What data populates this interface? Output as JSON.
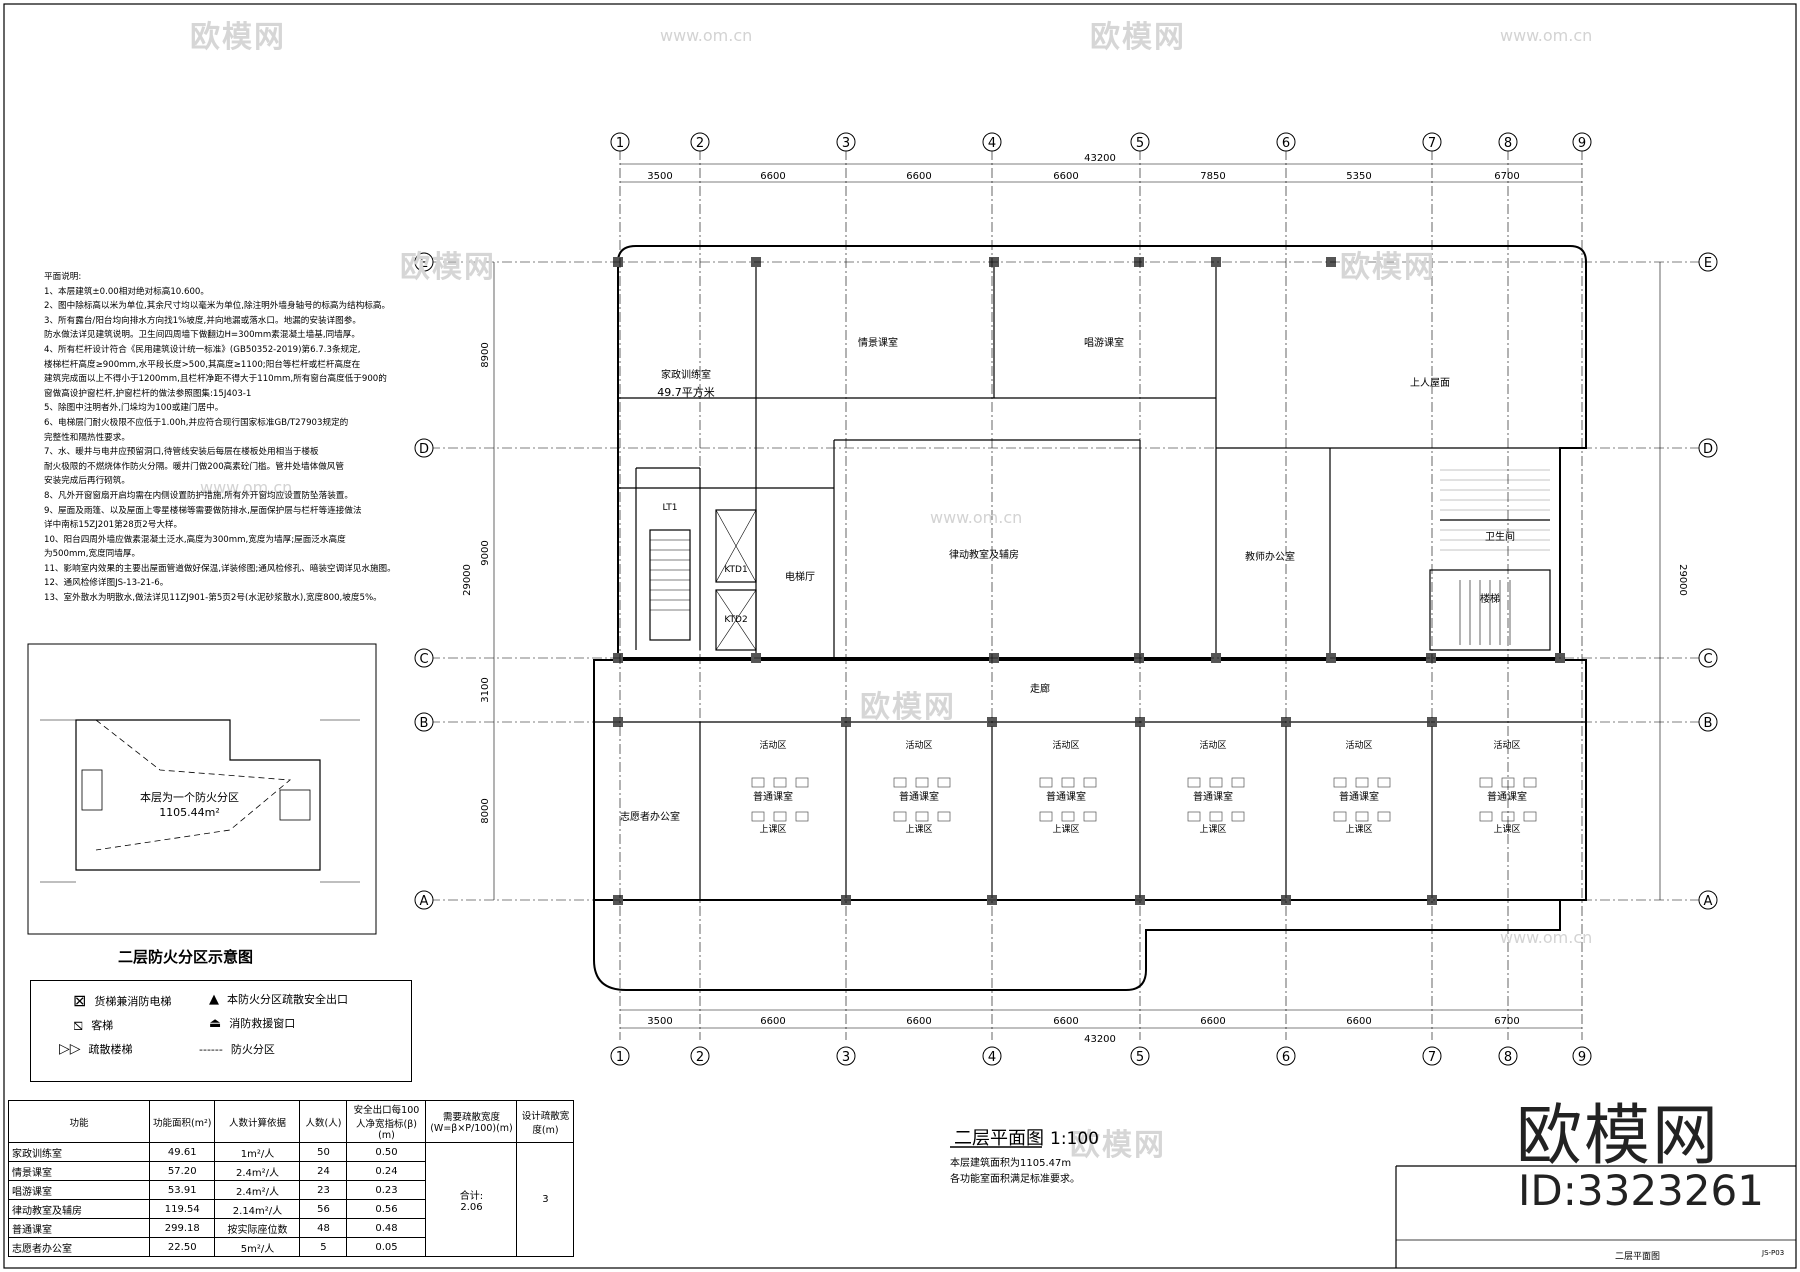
{
  "watermark": {
    "brand": "欧模网",
    "url": "www.om.cn"
  },
  "plan": {
    "title": "二层平面图",
    "scale": "1:100",
    "note_lines": [
      "本层建筑面积为1105.47m",
      "各功能室面积满足标准要求。"
    ],
    "total_width_label": "43200",
    "total_depth_label": "29000"
  },
  "grids": {
    "columns": [
      "1",
      "2",
      "3",
      "4",
      "5",
      "6",
      "7",
      "8",
      "9"
    ],
    "rows": [
      "A",
      "B",
      "C",
      "D",
      "E"
    ]
  },
  "spacing_top": [
    "3500",
    "6600",
    "6600",
    "6600",
    "7850",
    "5350",
    "6700"
  ],
  "spacing_bottom": [
    "3500",
    "6600",
    "6600",
    "6600",
    "6600",
    "6600",
    "6700"
  ],
  "spacing_left": [
    "8000",
    "3100",
    "9000",
    "8900"
  ],
  "rooms": {
    "housekeeping": "家政训练室",
    "housekeeping_area": "49.7平方米",
    "storytelling": "情景课室",
    "singing": "唱游课室",
    "rhythm": "律动教室及辅房",
    "teachers_office": "教师办公室",
    "elevator_hall": "电梯厅",
    "corridor": "走廊",
    "volunteer_office": "志愿者办公室",
    "classroom": "普通课室",
    "activity": "活动区",
    "lesson": "上课区",
    "roof": "上人屋面",
    "toilet": "卫生间",
    "stair": "楼梯",
    "ktd1": "KTD1",
    "ktd2": "KTD2",
    "lt1": "LT1"
  },
  "notes": {
    "heading": "平面说明:",
    "items": [
      "1、本层建筑±0.00相对绝对标高10.600。",
      "2、图中除标高以米为单位,其余尺寸均以毫米为单位,除注明外墙身轴号的标高为结构标高。",
      "3、所有露台/阳台均向排水方向找1%坡度,并向地漏或落水口。地漏的安装详图参。",
      "防水做法详见建筑说明。卫生间四周墙下做翻边H=300mm素混凝土墙基,同墙厚。",
      "4、所有栏杆设计符合《民用建筑设计统一标准》(GB50352-2019)第6.7.3条规定,",
      "楼梯栏杆高度≥900mm,水平段长度>500,其高度≥1100;阳台等栏杆或栏杆高度在",
      "建筑完成面以上不得小于1200mm,且栏杆净距不得大于110mm,所有窗台高度低于900的",
      "窗做高设护窗栏杆,护窗栏杆的做法参照图集:15J403-1",
      "5、除图中注明者外,门垛均为100或建门居中。",
      "6、电梯层门耐火极限不应低于1.00h,并应符合现行国家标准GB/T27903规定的",
      "完整性和隔热性要求。",
      "7、水、暖井与电井应预留洞口,待管线安装后每层在楼板处用相当于楼板",
      "耐火极限的不燃烧体作防火分隔。暖井门做200高素砼门槛。管井处墙体做风管",
      "安装完成后再行砌筑。",
      "8、凡外开窗窗扇开启均需在内侧设置防护措施,所有外开窗均应设置防坠落装置。",
      "9、屋面及雨篷、以及屋面上零星楼梯等需要做防排水,屋面保护层与栏杆等连接做法",
      "详中南标15ZJ201第28页2号大样。",
      "10、阳台四周外墙应做素混凝土泛水,高度为300mm,宽度为墙厚;屋面泛水高度",
      "为500mm,宽度同墙厚。",
      "11、影响室内效果的主要出屋面管道做好保温,详装修图;通风检修孔、暗装空调详见水施图。",
      "12、通风检修详图JS-13-21-6。",
      "13、室外散水为明散水,做法详见11ZJ901-第5页2号(水泥砂浆散水),宽度800,坡度5%。"
    ]
  },
  "fire_zone": {
    "title": "二层防火分区示意图",
    "area_line1": "本层为一个防火分区",
    "area_line2": "1105.44m²"
  },
  "legend": {
    "freight_elevator": "货梯兼消防电梯",
    "passenger_elevator": "客梯",
    "evac_stair": "疏散楼梯",
    "safety_exit": "本防火分区疏散安全出口",
    "rescue_window": "消防救援窗口",
    "fire_partition": "防火分区"
  },
  "occupancy": {
    "headers": [
      "功能",
      "功能面积(m²)",
      "人数计算依据",
      "人数(人)",
      "安全出口每100人净宽指标(β)(m)",
      "需要疏散宽度(W=β×P/100)(m)",
      "设计疏散宽度(m)"
    ],
    "rows": [
      [
        "家政训练室",
        "49.61",
        "1m²/人",
        "50",
        "0.50"
      ],
      [
        "情景课室",
        "57.20",
        "2.4m²/人",
        "24",
        "0.24"
      ],
      [
        "唱游课室",
        "53.91",
        "2.4m²/人",
        "23",
        "0.23"
      ],
      [
        "律动教室及辅房",
        "119.54",
        "2.14m²/人",
        "56",
        "0.56"
      ],
      [
        "普通课室",
        "299.18",
        "按实际座位数",
        "48",
        "0.48"
      ],
      [
        "志愿者办公室",
        "22.50",
        "5m²/人",
        "5",
        "0.05"
      ]
    ],
    "total_label": "合计:",
    "total_value": "2.06",
    "design_value": "3"
  },
  "titleblock": {
    "brand": "欧模网",
    "id": "ID:3323261",
    "sheet_name": "二层平面图",
    "sheet_no": "JS-P03"
  }
}
